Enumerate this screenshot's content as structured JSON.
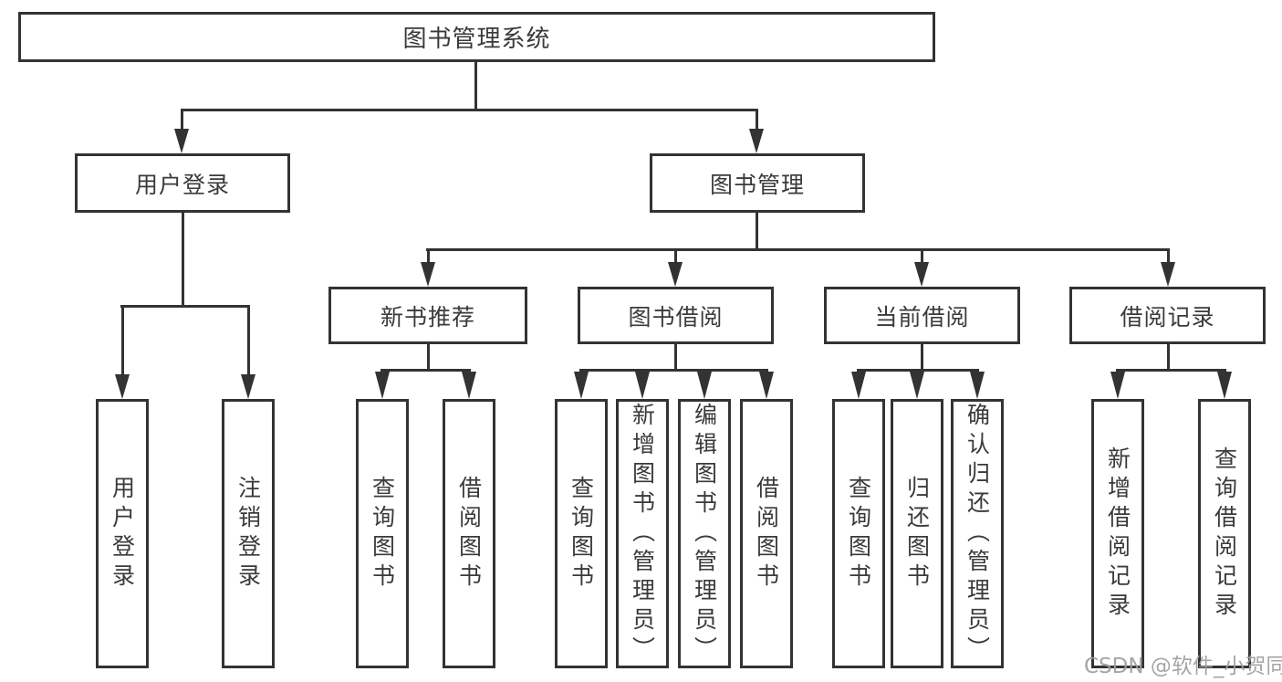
{
  "diagram": {
    "root": {
      "label": "图书管理系统"
    },
    "level2": [
      {
        "label": "用户登录"
      },
      {
        "label": "图书管理"
      }
    ],
    "level3": [
      {
        "label": "新书推荐"
      },
      {
        "label": "图书借阅"
      },
      {
        "label": "当前借阅"
      },
      {
        "label": "借阅记录"
      }
    ],
    "leaves": {
      "login": [
        "用户登录",
        "注销登录"
      ],
      "recommend": [
        "查询图书",
        "借阅图书"
      ],
      "borrow": [
        "查询图书",
        "新增图书（管理员）",
        "编辑图书（管理员）",
        "借阅图书"
      ],
      "current": [
        "查询图书",
        "归还图书",
        "确认归还（管理员）"
      ],
      "records": [
        "新增借阅记录",
        "查询借阅记录"
      ]
    }
  },
  "watermark": {
    "text": "CSDN @软件_小贺同学"
  },
  "colors": {
    "line": "#333333",
    "text": "#3a3a3a",
    "background": "#ffffff",
    "watermark": "#9e9e9e"
  }
}
